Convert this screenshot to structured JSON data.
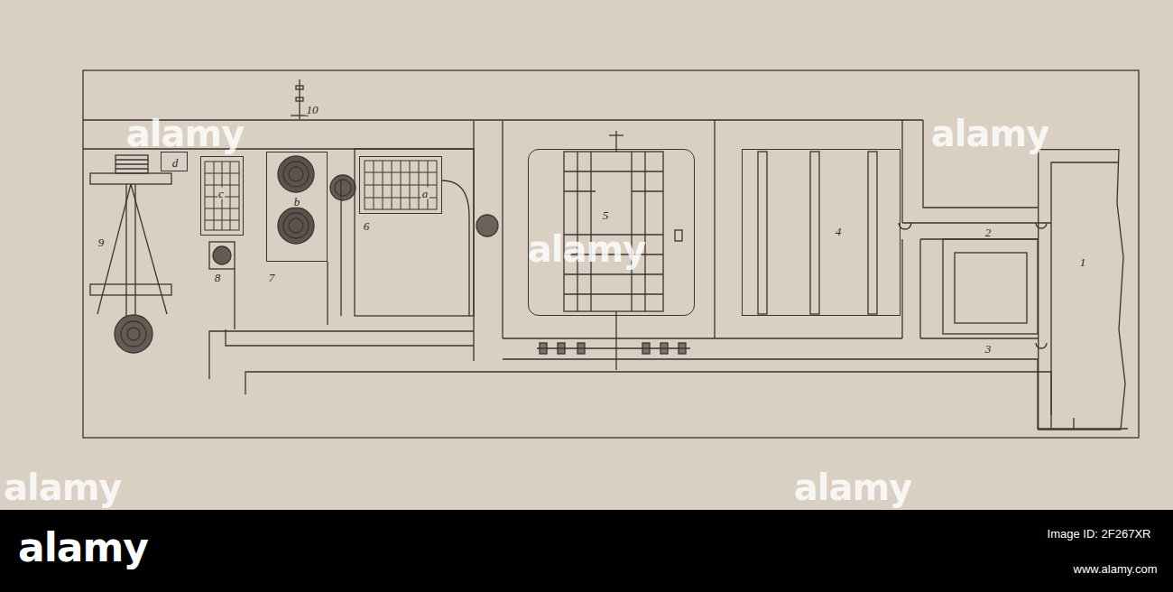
{
  "diagram": {
    "nodes": [
      {
        "text": [
          "1"
        ]
      },
      {
        "text": [
          "4"
        ]
      },
      {
        "text": [
          "5"
        ]
      },
      {
        "text": [
          "a"
        ]
      },
      {
        "text": [
          "b"
        ]
      },
      {
        "text": [
          "c"
        ]
      },
      {
        "text": [
          "d"
        ]
      }
    ],
    "labels": [
      "2",
      "3",
      "6",
      "7",
      "8",
      "9",
      "10",
      "alamy",
      "alamy",
      "alamy",
      "alamy",
      "alamy",
      "alamy",
      "Image ID: 2F267XR",
      "www.alamy.com"
    ]
  }
}
